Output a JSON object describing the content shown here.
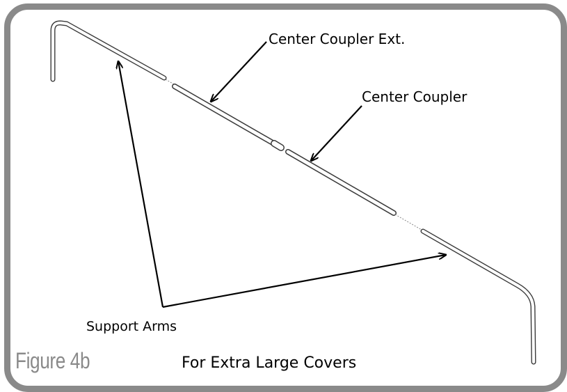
{
  "callouts": {
    "center_coupler_ext": "Center Coupler Ext.",
    "center_coupler": "Center Coupler",
    "support_arms": "Support Arms"
  },
  "figure": {
    "number": "Figure 4b",
    "caption": "For Extra Large Covers"
  },
  "colors": {
    "frame_border": "#8a8a8a",
    "figure_label": "#8a8a8a",
    "line": "#000000",
    "tube_outline": "#3a3a3a"
  }
}
